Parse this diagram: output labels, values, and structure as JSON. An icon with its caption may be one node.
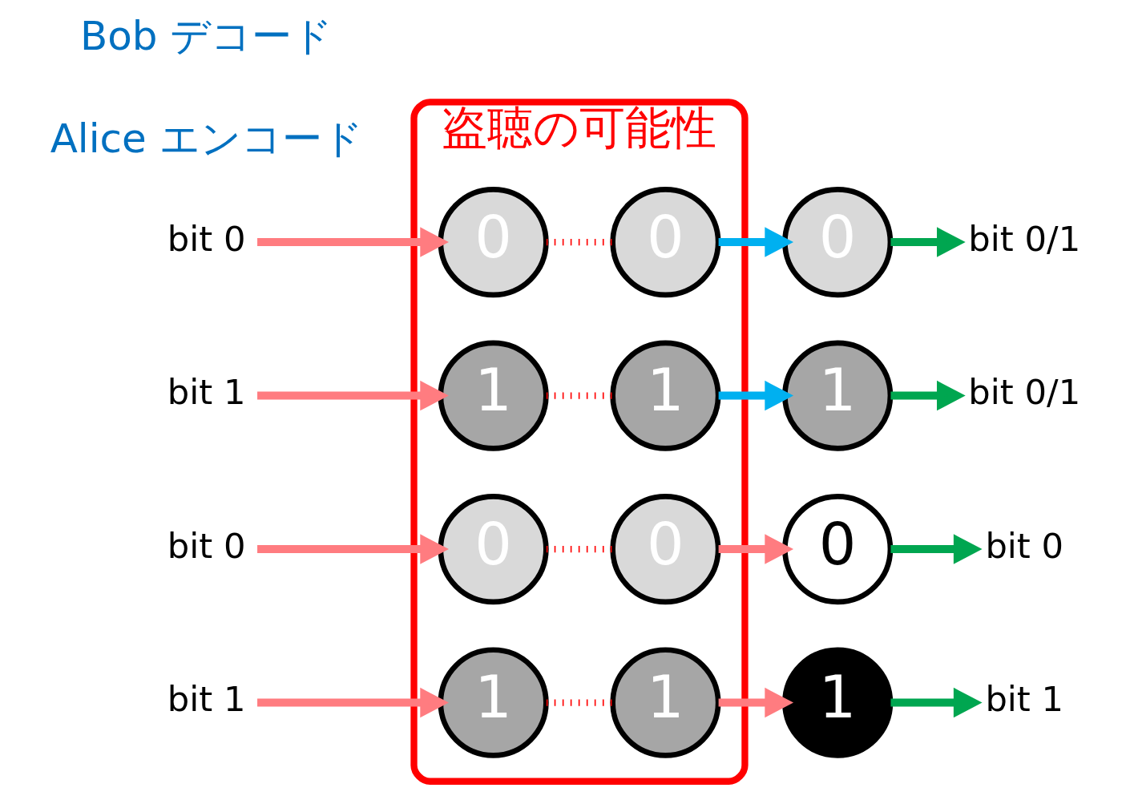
{
  "diagram": {
    "nodes": [
      {
        "text": [
          "盗聴の可能性"
        ]
      },
      {
        "text": [
          "bit 0"
        ]
      },
      {
        "text": [
          "0"
        ],
        "in": 0
      },
      {
        "text": [
          "0"
        ],
        "in": 0
      },
      {
        "text": [
          "0"
        ]
      },
      {
        "text": [
          "bit 0/1"
        ]
      },
      {
        "text": [
          "bit 1"
        ]
      },
      {
        "text": [
          "1"
        ],
        "in": 0
      },
      {
        "text": [
          "1"
        ],
        "in": 0
      },
      {
        "text": [
          "1"
        ]
      },
      {
        "text": [
          "bit 0/1"
        ]
      },
      {
        "text": [
          "bit 0"
        ]
      },
      {
        "text": [
          "0"
        ],
        "in": 0
      },
      {
        "text": [
          "0"
        ],
        "in": 0
      },
      {
        "text": [
          "0"
        ]
      },
      {
        "text": [
          "bit 0"
        ]
      },
      {
        "text": [
          "bit 1"
        ]
      },
      {
        "text": [
          "1"
        ],
        "in": 0
      },
      {
        "text": [
          "1"
        ],
        "in": 0
      },
      {
        "text": [
          "1"
        ]
      },
      {
        "text": [
          "bit 1"
        ]
      }
    ],
    "edges": [
      {
        "from": 1,
        "to": 2,
        "arrow": "to"
      },
      {
        "from": 2,
        "to": 3,
        "arrow": "none",
        "style": "dashed",
        "color": "#ff0000"
      },
      {
        "from": 3,
        "to": 4,
        "arrow": "to",
        "color": "#00b0f0"
      },
      {
        "from": 4,
        "to": 5,
        "arrow": "to",
        "color": "#00a650"
      },
      {
        "from": 6,
        "to": 7,
        "arrow": "to"
      },
      {
        "from": 7,
        "to": 8,
        "arrow": "none",
        "style": "dashed",
        "color": "#ff0000"
      },
      {
        "from": 8,
        "to": 9,
        "arrow": "to",
        "color": "#00b0f0"
      },
      {
        "from": 9,
        "to": 10,
        "arrow": "to",
        "color": "#00a650"
      },
      {
        "from": 11,
        "to": 12,
        "arrow": "to"
      },
      {
        "from": 12,
        "to": 13,
        "arrow": "none",
        "style": "dashed",
        "color": "#ff0000"
      },
      {
        "from": 13,
        "to": 14,
        "arrow": "to"
      },
      {
        "from": 14,
        "to": 15,
        "arrow": "to",
        "color": "#00a650"
      },
      {
        "from": 16,
        "to": 17,
        "arrow": "to"
      },
      {
        "from": 17,
        "to": 18,
        "arrow": "none",
        "style": "dashed",
        "color": "#ff0000"
      },
      {
        "from": 18,
        "to": 19,
        "arrow": "to"
      },
      {
        "from": 19,
        "to": 20,
        "arrow": "to",
        "color": "#00a650"
      }
    ],
    "labels": [
      "Alice エンコード",
      "Bob デコード"
    ]
  }
}
